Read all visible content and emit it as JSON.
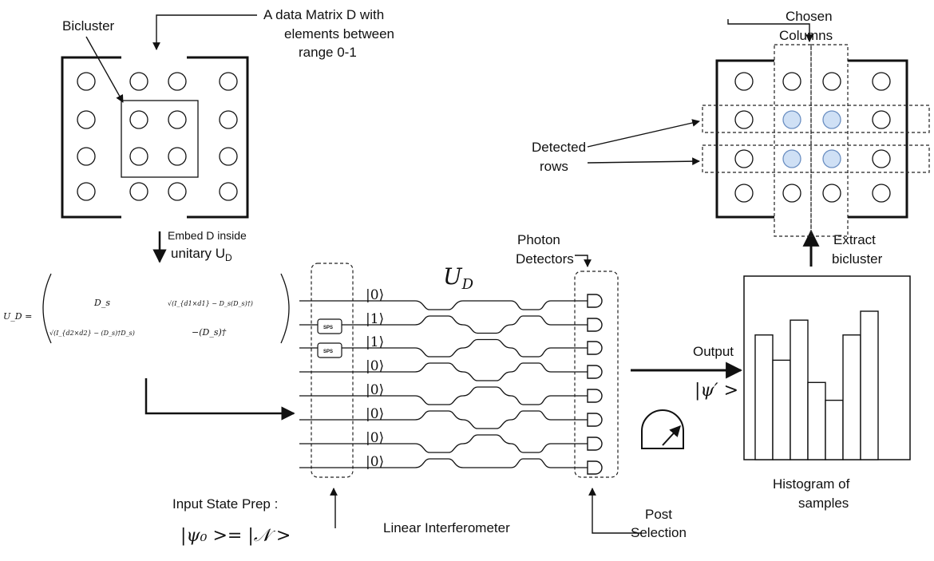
{
  "labels": {
    "bicluster": "Bicluster",
    "data_matrix": [
      "A data Matrix D with",
      "elements between",
      "range 0-1"
    ],
    "embed_line1": "Embed D inside",
    "embed_line2": "unitary U",
    "embed_sub": "D",
    "ud_title": "U",
    "ud_sub": "D",
    "photon_detectors": [
      "Photon",
      "Detectors"
    ],
    "chosen_columns": [
      "Chosen",
      "Columns"
    ],
    "detected_rows": [
      "Detected",
      "rows"
    ],
    "extract_bicluster": [
      "Extract",
      "bicluster"
    ],
    "output": "Output",
    "output_state": "|ψ′ >",
    "histogram": [
      "Histogram of",
      "samples"
    ],
    "input_state_prep": "Input State Prep :",
    "input_state_eq": "|ψ₀ >= |𝒩 >",
    "linear_interferometer": "Linear Interferometer",
    "post_selection": [
      "Post",
      "Selection"
    ],
    "sps": "SPS"
  },
  "equation": {
    "lhs": "U_D =",
    "r1c1": "D_s",
    "r1c2": "√(I_{d1×d1} − D_s(D_s)†)",
    "r2c1": "√(I_{d2×d2} − (D_s)†D_s)",
    "r2c2": "−(D_s)†"
  },
  "input_kets": [
    "|0⟩",
    "|1⟩",
    "|1⟩",
    "|0⟩",
    "|0⟩",
    "|0⟩",
    "|0⟩",
    "|0⟩"
  ],
  "histogram_bars": [
    0.84,
    0.67,
    0.94,
    0.52,
    0.4,
    0.84,
    1.0
  ],
  "colors": {
    "highlight": "#cfe0f5",
    "line": "#111111"
  }
}
